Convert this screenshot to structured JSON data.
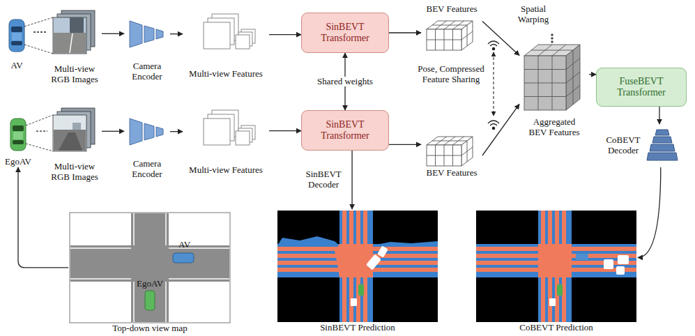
{
  "diagram": {
    "nodes": [
      {
        "text": [
          "AV"
        ]
      },
      {
        "text": [
          "Multi-view RGB Images"
        ]
      },
      {
        "text": [
          "Camera Encoder"
        ]
      },
      {
        "text": [
          "Multi-view Features"
        ]
      },
      {
        "text": [
          "SinBEVT Transformer"
        ]
      },
      {
        "text": [
          "BEV Features"
        ]
      },
      {
        "text": [
          "EgoAV"
        ]
      },
      {
        "text": [
          "Multi-view RGB Images"
        ]
      },
      {
        "text": [
          "Camera Encoder"
        ]
      },
      {
        "text": [
          "Multi-view Features"
        ]
      },
      {
        "text": [
          "SinBEVT Transformer"
        ]
      },
      {
        "text": [
          "BEV Features"
        ]
      },
      {
        "text": [
          "Aggregated BEV Features"
        ]
      },
      {
        "text": [
          "FuseBEVT Transformer"
        ]
      },
      {
        "text": [
          "CoBEVT Decoder"
        ]
      },
      {
        "text": [
          "Top-down view map"
        ]
      },
      {
        "text": [
          "SinBEVT Prediction"
        ]
      },
      {
        "text": [
          "CoBEVT Prediction"
        ]
      }
    ],
    "edges": [
      {
        "from": 0,
        "to": 1,
        "arrow": "none"
      },
      {
        "from": 1,
        "to": 2,
        "arrow": "to"
      },
      {
        "from": 2,
        "to": 3,
        "arrow": "to"
      },
      {
        "from": 3,
        "to": 4,
        "arrow": "to"
      },
      {
        "from": 4,
        "to": 5,
        "arrow": "to"
      },
      {
        "from": 4,
        "to": 10,
        "label": "Shared weights",
        "arrow": "both"
      },
      {
        "from": 6,
        "to": 7,
        "arrow": "none"
      },
      {
        "from": 7,
        "to": 8,
        "arrow": "to"
      },
      {
        "from": 8,
        "to": 9,
        "arrow": "to"
      },
      {
        "from": 9,
        "to": 10,
        "arrow": "to"
      },
      {
        "from": 10,
        "to": 11,
        "arrow": "to"
      },
      {
        "from": 5,
        "to": 12,
        "arrow": "to"
      },
      {
        "from": 11,
        "to": 12,
        "arrow": "to"
      },
      {
        "from": 12,
        "to": 13,
        "arrow": "to"
      },
      {
        "from": 13,
        "to": 14,
        "arrow": "to"
      },
      {
        "from": 14,
        "to": 17,
        "arrow": "to"
      },
      {
        "from": 10,
        "to": 16,
        "label": "SinBEVT Decoder",
        "arrow": "to"
      },
      {
        "from": 15,
        "to": 6,
        "arrow": "to"
      }
    ],
    "labels": [
      "Spatial Warping",
      "Pose, Compressed Feature Sharing",
      "AV",
      "EgoAV"
    ]
  }
}
